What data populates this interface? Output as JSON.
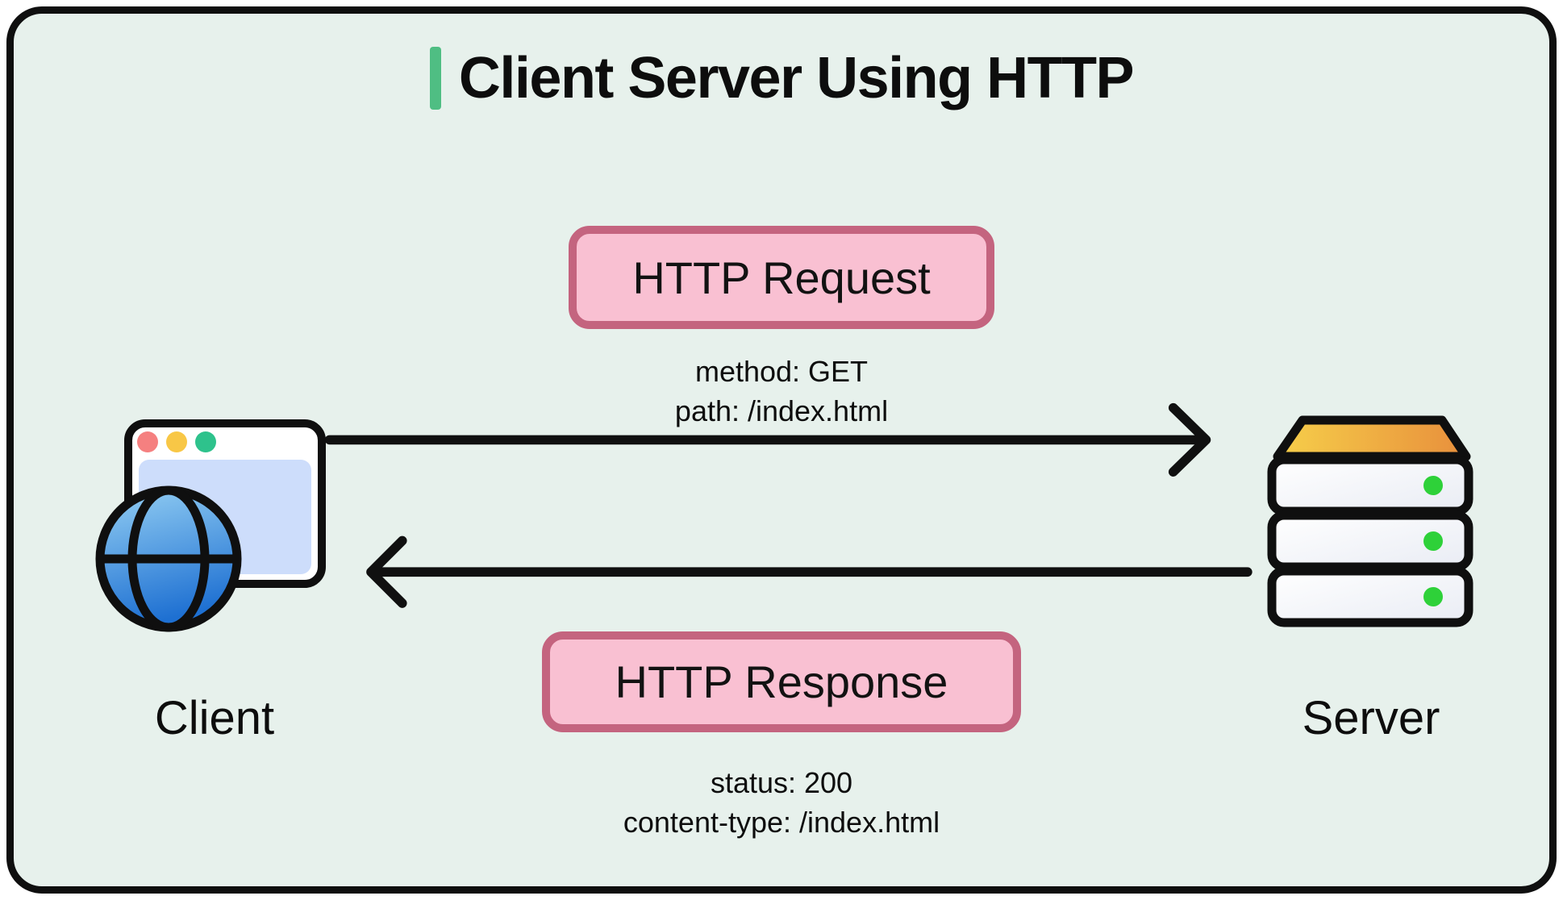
{
  "title": "Client Server Using HTTP",
  "request": {
    "label": "HTTP Request",
    "meta": [
      "method: GET",
      "path: /index.html"
    ]
  },
  "response": {
    "label": "HTTP Response",
    "meta": [
      "status: 200",
      "content-type: /index.html"
    ]
  },
  "client_label": "Client",
  "server_label": "Server",
  "icons": {
    "client": "browser-window-with-globe",
    "server": "server-stack-with-status-leds"
  },
  "colors": {
    "canvas_background": "#e7f1ec",
    "card_border": "#0f0f0f",
    "title_accent_bar": "#4fbe83",
    "pill_fill": "#f9c0d2",
    "pill_border": "#c4647f",
    "arrow": "#101010",
    "text": "#0d0d0d",
    "browser_dot_red": "#f58080",
    "browser_dot_yellow": "#f8c746",
    "browser_dot_green": "#2ec28c",
    "browser_content_area": "#cdddfb",
    "globe_gradient_top": "#94cff3",
    "globe_gradient_bottom": "#1e70d2",
    "server_top_gradient_left": "#f6cf4a",
    "server_top_gradient_right": "#e88f3c",
    "server_slab_gradient_start": "#ffffff",
    "server_slab_gradient_end": "#e9ecf4",
    "server_led_green": "#2ed139"
  }
}
